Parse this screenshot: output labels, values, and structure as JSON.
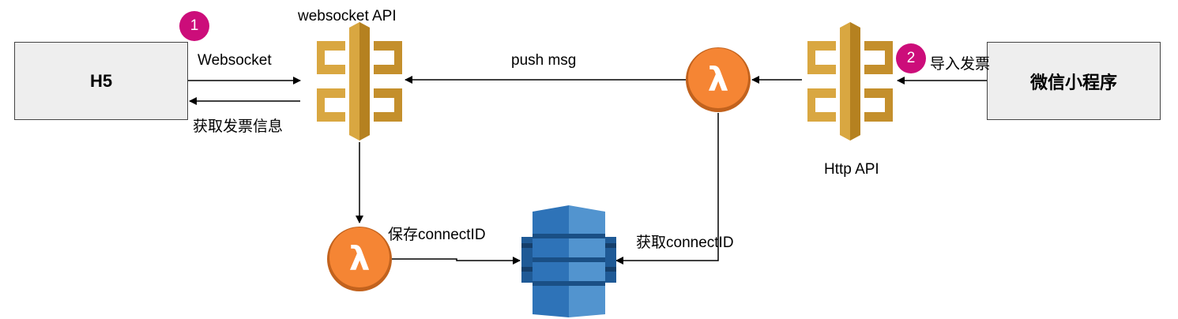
{
  "nodes": {
    "h5": "H5",
    "wechat": "微信小程序",
    "websocket_api": "websocket API",
    "http_api": "Http API"
  },
  "edges": {
    "websocket": "Websocket",
    "get_invoice_info": "获取发票信息",
    "push_msg": "push msg",
    "import_invoice": "导入发票",
    "save_connect_id": "保存connectID",
    "get_connect_id": "获取connectID"
  },
  "badges": {
    "one": "1",
    "two": "2"
  },
  "icons": {
    "api_gateway": "api-gateway-icon",
    "lambda": "lambda-icon",
    "dynamodb": "dynamodb-icon"
  },
  "colors": {
    "badge": "#cc0d7a",
    "api_gateway": "#d9a741",
    "lambda": "#f58534",
    "dynamodb": "#2e73b8",
    "box_fill": "#eeeeee"
  }
}
